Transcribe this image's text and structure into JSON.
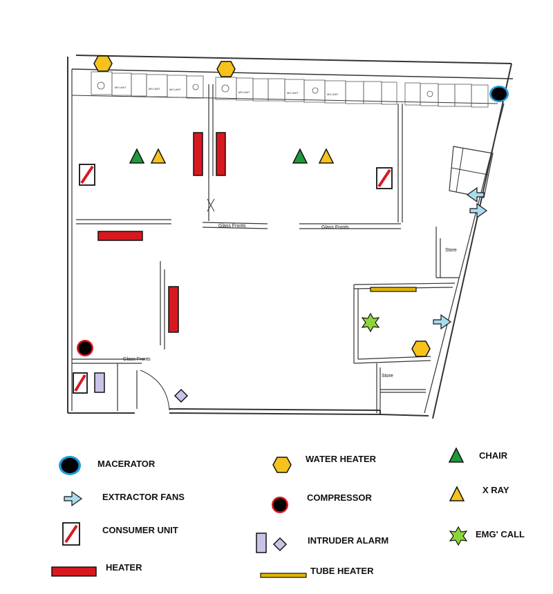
{
  "plan_labels": {
    "glass_fronts_1": "Glass Fronts",
    "glass_fronts_2": "Glass Fronts",
    "glass_fronts_3": "Glass Fronts",
    "store_1": "Store",
    "store_2": "Store",
    "unit_label_a": "MS UNIT",
    "unit_label_b": "MS UNIT",
    "unit_label_c": "MS UNIT",
    "unit_label_d": "MS UNIT",
    "unit_label_e": "MS UNIT",
    "unit_label_f": "MS UNIT"
  },
  "legend": {
    "macerator": "MACERATOR",
    "extractor_fans": "EXTRACTOR FANS",
    "consumer_unit": "CONSUMER UNIT",
    "heater": "HEATER",
    "water_heater": "WATER HEATER",
    "compressor": "COMPRESSOR",
    "intruder_alarm": "INTRUDER ALARM",
    "tube_heater": "TUBE HEATER",
    "chair": "CHAIR",
    "x_ray": "X RAY",
    "emg_call": "EMG' CALL"
  },
  "colors": {
    "heater": "#d8181f",
    "water_heater": "#f6c21c",
    "chair": "#1f9a3a",
    "x_ray": "#f6c21c",
    "macerator_ring": "#1e9bdc",
    "fan": "#a9dcef",
    "alarm": "#c9c3e8",
    "emg_call": "#8bd63a",
    "tube_heater": "#e0b400"
  },
  "icons": [
    "macerator-icon",
    "extractor-fan-icon",
    "consumer-unit-icon",
    "heater-icon",
    "water-heater-icon",
    "compressor-icon",
    "intruder-alarm-icon",
    "tube-heater-icon",
    "chair-icon",
    "x-ray-icon",
    "emg-call-icon"
  ]
}
